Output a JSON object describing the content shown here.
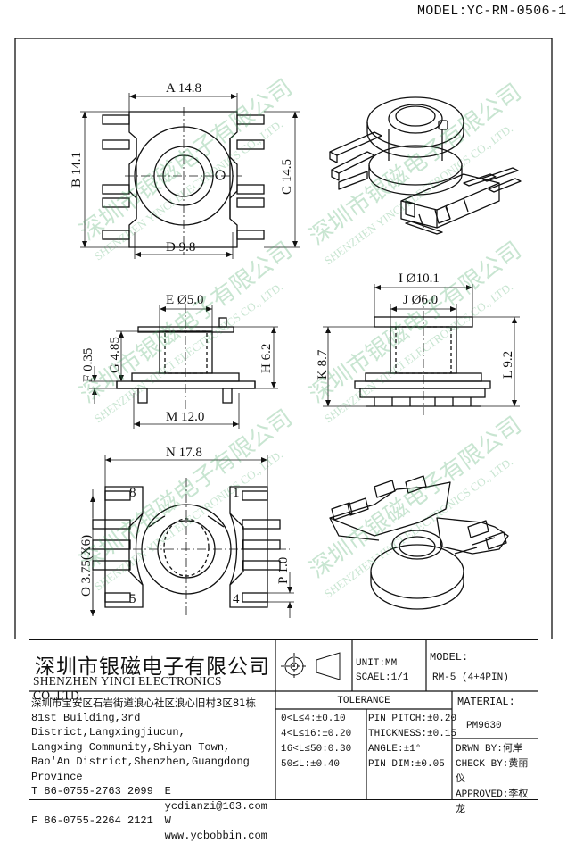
{
  "model_header": "MODEL:YC-RM-0506-1",
  "dims": {
    "a": "A 14.8",
    "b": "B 14.1",
    "c": "C 14.5",
    "d": "D 9.8",
    "e": "E Ø5.0",
    "f": "F 0.35",
    "g": "G 4.85",
    "h": "H 6.2",
    "m": "M 12.0",
    "i": "I Ø10.1",
    "j": "J Ø6.0",
    "k": "K 8.7",
    "l": "L 9.2",
    "n": "N 17.8",
    "o": "O 3.75(X6)",
    "p": "P 1.0"
  },
  "pins": {
    "p8": "8",
    "p1": "1",
    "p5": "5",
    "p4": "4"
  },
  "watermark": {
    "cn": "深圳市银磁电子有限公司",
    "en": "SHENZHEN YINCI ELECTRONICS CO., LTD."
  },
  "title_block": {
    "company_cn": "深圳市银磁电子有限公司",
    "company_en": "SHENZHEN YINCI ELECTRONICS CO.,LTD.",
    "address": [
      "深圳市宝安区石岩街道浪心社区浪心旧村3区81栋",
      "81st Building,3rd District,Langxingjiucun,",
      "Langxing Community,Shiyan Town,",
      "Bao'An District,Shenzhen,Guangdong Province"
    ],
    "tel": "T 86-0755-2763 2099",
    "email": "E ycdianzi@163.com",
    "fax": "F 86-0755-2264 2121",
    "web": "W www.ycbobbin.com",
    "unit": "UNIT:MM",
    "scale": "SCAEL:1/1",
    "model_label": "MODEL:",
    "model_value": "RM-5 (4+4PIN)",
    "tolerance_title": "TOLERANCE",
    "tol_left": [
      "0<L≤4:±0.10",
      "4<L≤16:±0.20",
      "16<L≤50:0.30",
      "50≤L:±0.40"
    ],
    "tol_right": [
      "PIN PITCH:±0.20",
      "THICKNESS:±0.15",
      "ANGLE:±1°",
      "PIN DIM:±0.05"
    ],
    "material_label": "MATERIAL:",
    "material_value": "PM9630",
    "drawn_by": "DRWN BY:何岸",
    "check_by": "CHECK BY:黄丽仪",
    "approved": "APPROVED:李权龙"
  }
}
